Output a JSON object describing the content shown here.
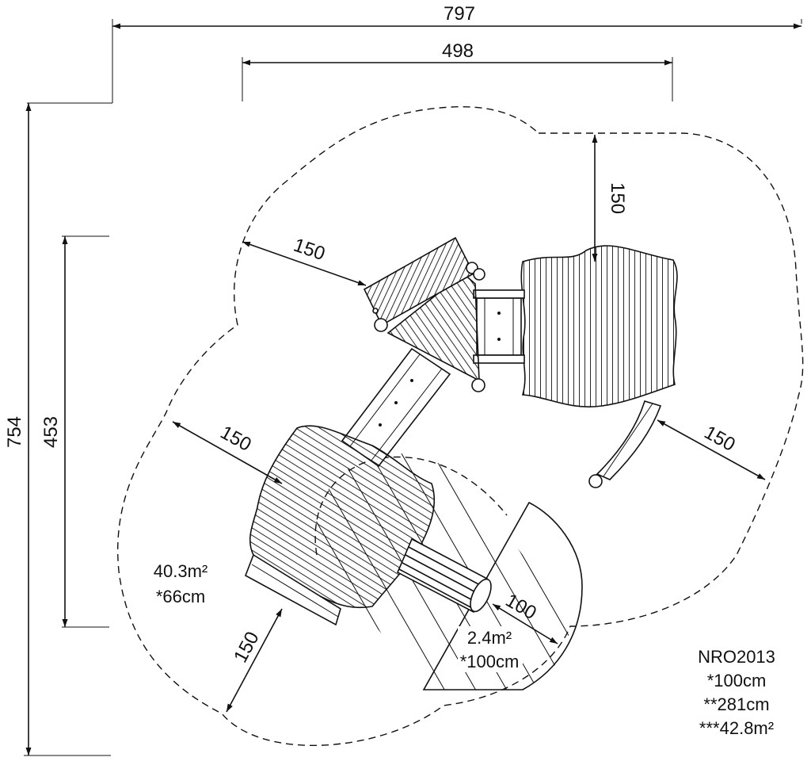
{
  "dimensions": {
    "overall_width": "797",
    "platform_width": "498",
    "overall_height": "754",
    "platform_height": "453",
    "clearance_top_right": "150",
    "clearance_upper_left": "150",
    "clearance_mid_left": "150",
    "clearance_right": "150",
    "clearance_bottom_left": "150",
    "clearance_slide": "100"
  },
  "areas": {
    "main_area": "40.3m²",
    "main_fall_height": "*66cm",
    "slide_area": "2.4m²",
    "slide_fall_height": "*100cm"
  },
  "product": {
    "code": "NRO2013",
    "fall_height": "*100cm",
    "total_height": "**281cm",
    "total_area": "***42.8m²"
  }
}
